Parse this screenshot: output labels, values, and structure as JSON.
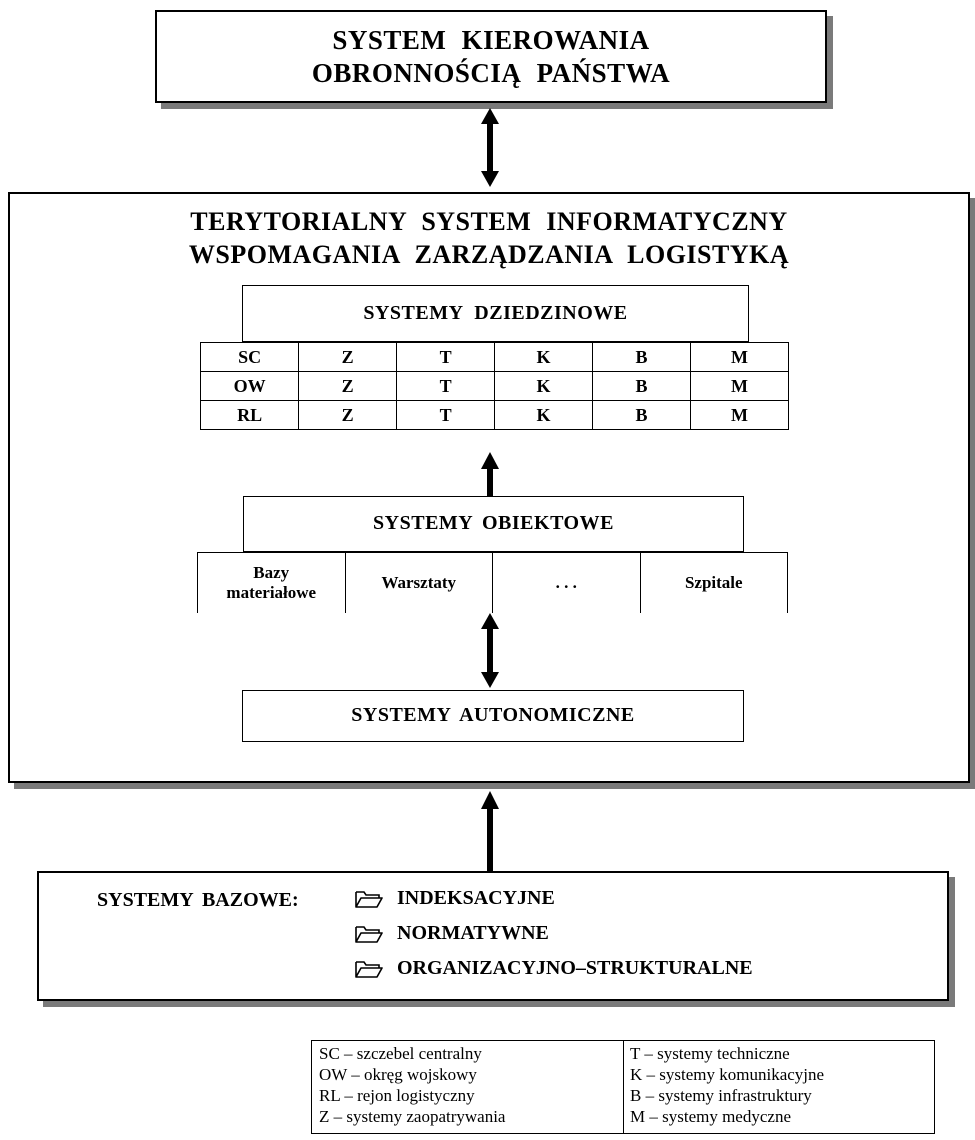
{
  "top_box": {
    "line1": "SYSTEM KIEROWANIA",
    "line2": "OBRONNOŚCIĄ PAŃSTWA"
  },
  "main_box": {
    "line1": "TERYTORIALNY SYSTEM INFORMATYCZNY",
    "line2": "WSPOMAGANIA ZARZĄDZANIA LOGISTYKĄ"
  },
  "systemy_dziedzinowe": {
    "title": "SYSTEMY DZIEDZINOWE",
    "rows": [
      [
        "SC",
        "Z",
        "T",
        "K",
        "B",
        "M"
      ],
      [
        "OW",
        "Z",
        "T",
        "K",
        "B",
        "M"
      ],
      [
        "RL",
        "Z",
        "T",
        "K",
        "B",
        "M"
      ]
    ]
  },
  "systemy_obiektowe": {
    "title": "SYSTEMY OBIEKTOWE",
    "cells": [
      {
        "line1": "Bazy",
        "line2": "materiałowe"
      },
      {
        "line1": "Warsztaty",
        "line2": ""
      },
      {
        "line1": ". . .",
        "line2": ""
      },
      {
        "line1": "Szpitale",
        "line2": ""
      }
    ]
  },
  "systemy_autonomiczne": {
    "title": "SYSTEMY AUTONOMICZNE"
  },
  "systemy_bazowe": {
    "label": "SYSTEMY BAZOWE:",
    "items": [
      "INDEKSACYJNE",
      "NORMATYWNE",
      "ORGANIZACYJNO–STRUKTURALNE"
    ]
  },
  "legend": {
    "left": [
      "SC – szczebel centralny",
      "OW – okręg wojskowy",
      "RL – rejon logistyczny",
      "Z – systemy zaopatrywania"
    ],
    "right": [
      "T – systemy techniczne",
      "K – systemy komunikacyjne",
      "B – systemy infrastruktury",
      "M – systemy medyczne"
    ]
  },
  "colors": {
    "shadow": "#7a7a7a",
    "line": "#000000",
    "background": "#ffffff"
  },
  "icons": {
    "folder": "folder-icon",
    "arrow_double": "double-arrow-icon",
    "arrow_up": "up-arrow-icon"
  }
}
